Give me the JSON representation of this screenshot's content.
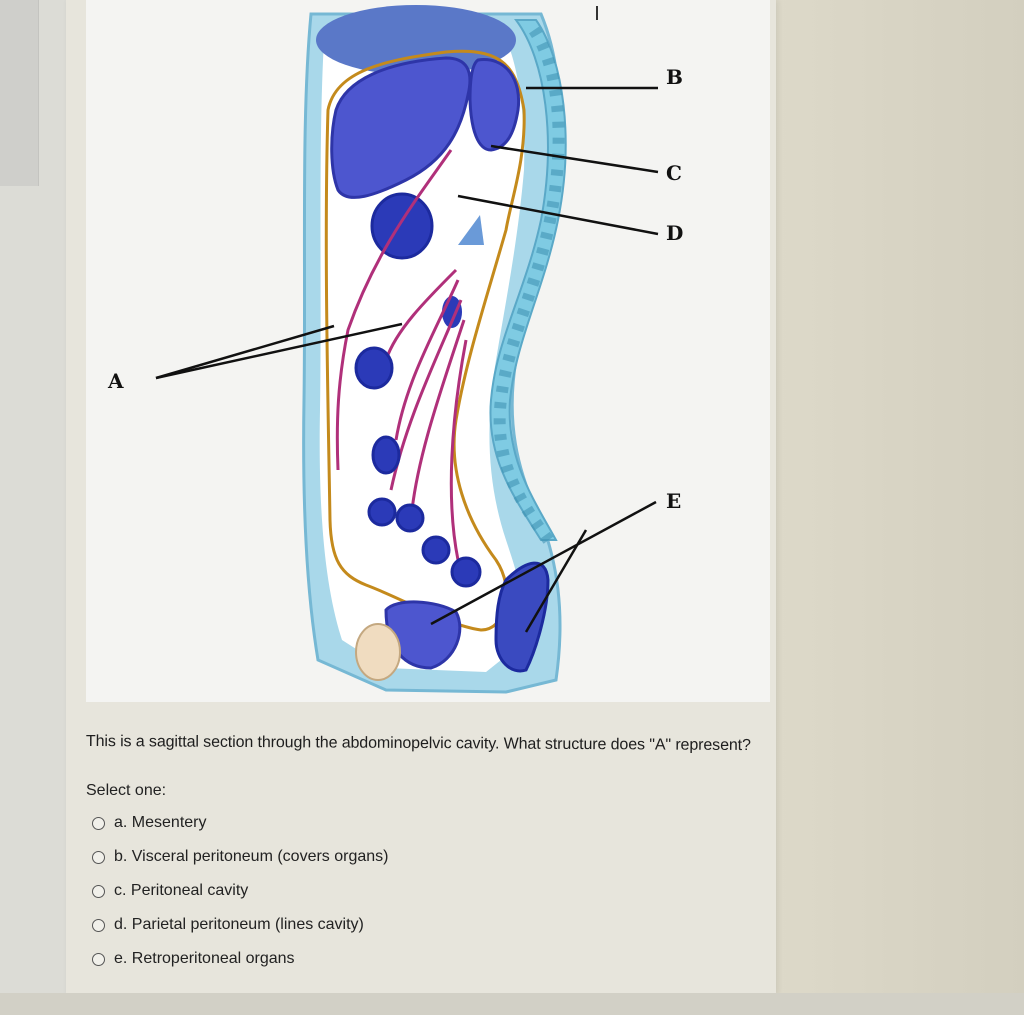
{
  "diagram": {
    "labels": {
      "A": "A",
      "B": "B",
      "C": "C",
      "D": "D",
      "E": "E"
    }
  },
  "question": {
    "text": "This is a sagittal section through the abdominopelvic cavity. What structure does \"A\" represent?",
    "prompt": "Select one:",
    "options": [
      {
        "label": "a. Mesentery"
      },
      {
        "label": "b. Visceral peritoneum (covers organs)"
      },
      {
        "label": "c. Peritoneal cavity"
      },
      {
        "label": "d. Parietal peritoneum (lines cavity)"
      },
      {
        "label": "e. Retroperitoneal organs"
      }
    ]
  },
  "colors": {
    "organ_blue": "#3f48c8",
    "peritoneum_orange": "#c48a1c",
    "mesentery_magenta": "#b0307a",
    "spine_light_blue": "#7fcbe3",
    "background_panel": "#e7e5dc"
  }
}
